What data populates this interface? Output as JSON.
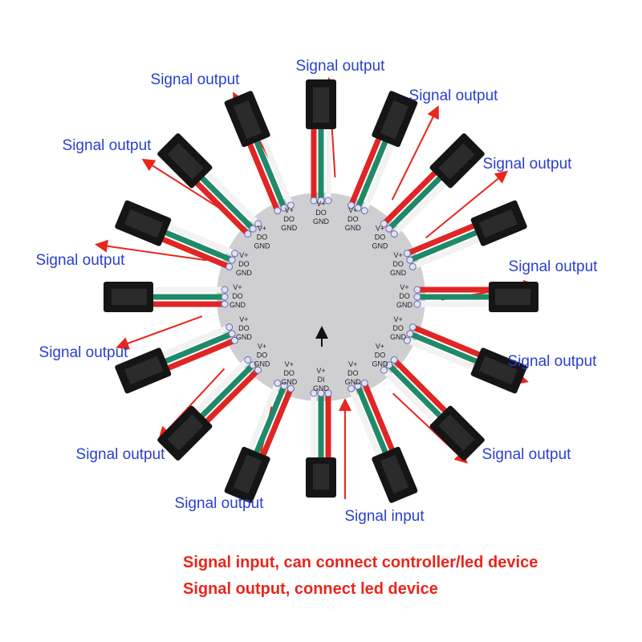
{
  "output_label": "Signal output",
  "input_label": "Signal input",
  "pin_labels_output": [
    "V+",
    "DO",
    "GND"
  ],
  "pin_labels_input": [
    "V+",
    "DI",
    "GND"
  ],
  "notes": [
    "Signal input, can connect controller/led device",
    "Signal output, connect led device"
  ],
  "colors": {
    "arrow": "#e8261c",
    "label": "#2a3fd0",
    "wire_red": "#e02525",
    "wire_green": "#1f8a6a",
    "board": "#cfcfd2"
  }
}
